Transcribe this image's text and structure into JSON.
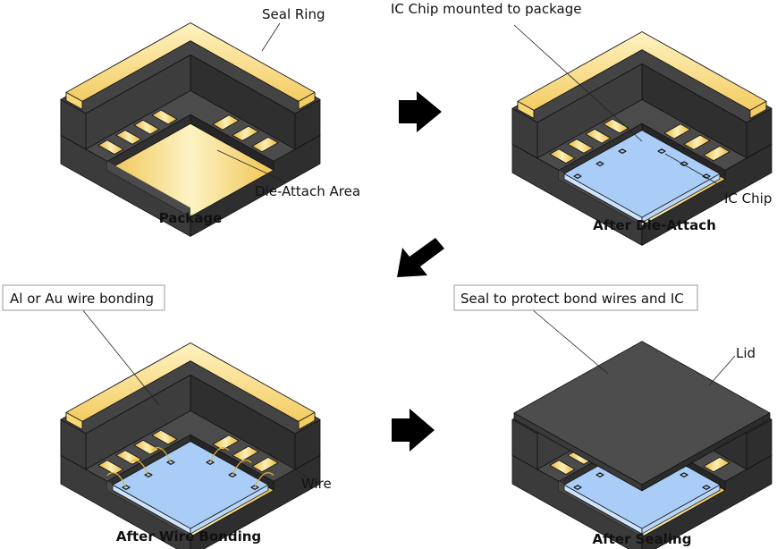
{
  "title": "IC package assembly process",
  "colors": {
    "body_dark": "#3a3a3a",
    "body_side": "#2b2b2b",
    "body_top": "#4a4a4a",
    "gold_light": "#fdf0b8",
    "gold": "#f2c85a",
    "gold_dark": "#d9a530",
    "chip": "#a9cdf7",
    "chip_edge": "#cfe3fb",
    "lid": "#4d4d4d",
    "arrow": "#000000"
  },
  "steps": [
    {
      "caption": "Package",
      "labels": [
        "Seal Ring",
        "Die-Attach Area"
      ]
    },
    {
      "caption": "After Die-Attach",
      "labels": [
        "IC Chip mounted to package",
        "IC Chip"
      ]
    },
    {
      "caption": "After Wire Bonding",
      "callout": "Al or Au wire bonding",
      "labels": [
        "Wire"
      ]
    },
    {
      "caption": "After Sealing",
      "callout": "Seal to protect bond wires and IC",
      "labels": [
        "Lid"
      ]
    }
  ],
  "arrows": [
    {
      "from": "Package",
      "to": "After Die-Attach",
      "direction": "right"
    },
    {
      "from": "After Die-Attach",
      "to": "After Wire Bonding",
      "direction": "down-left"
    },
    {
      "from": "After Wire Bonding",
      "to": "After Sealing",
      "direction": "right"
    }
  ]
}
